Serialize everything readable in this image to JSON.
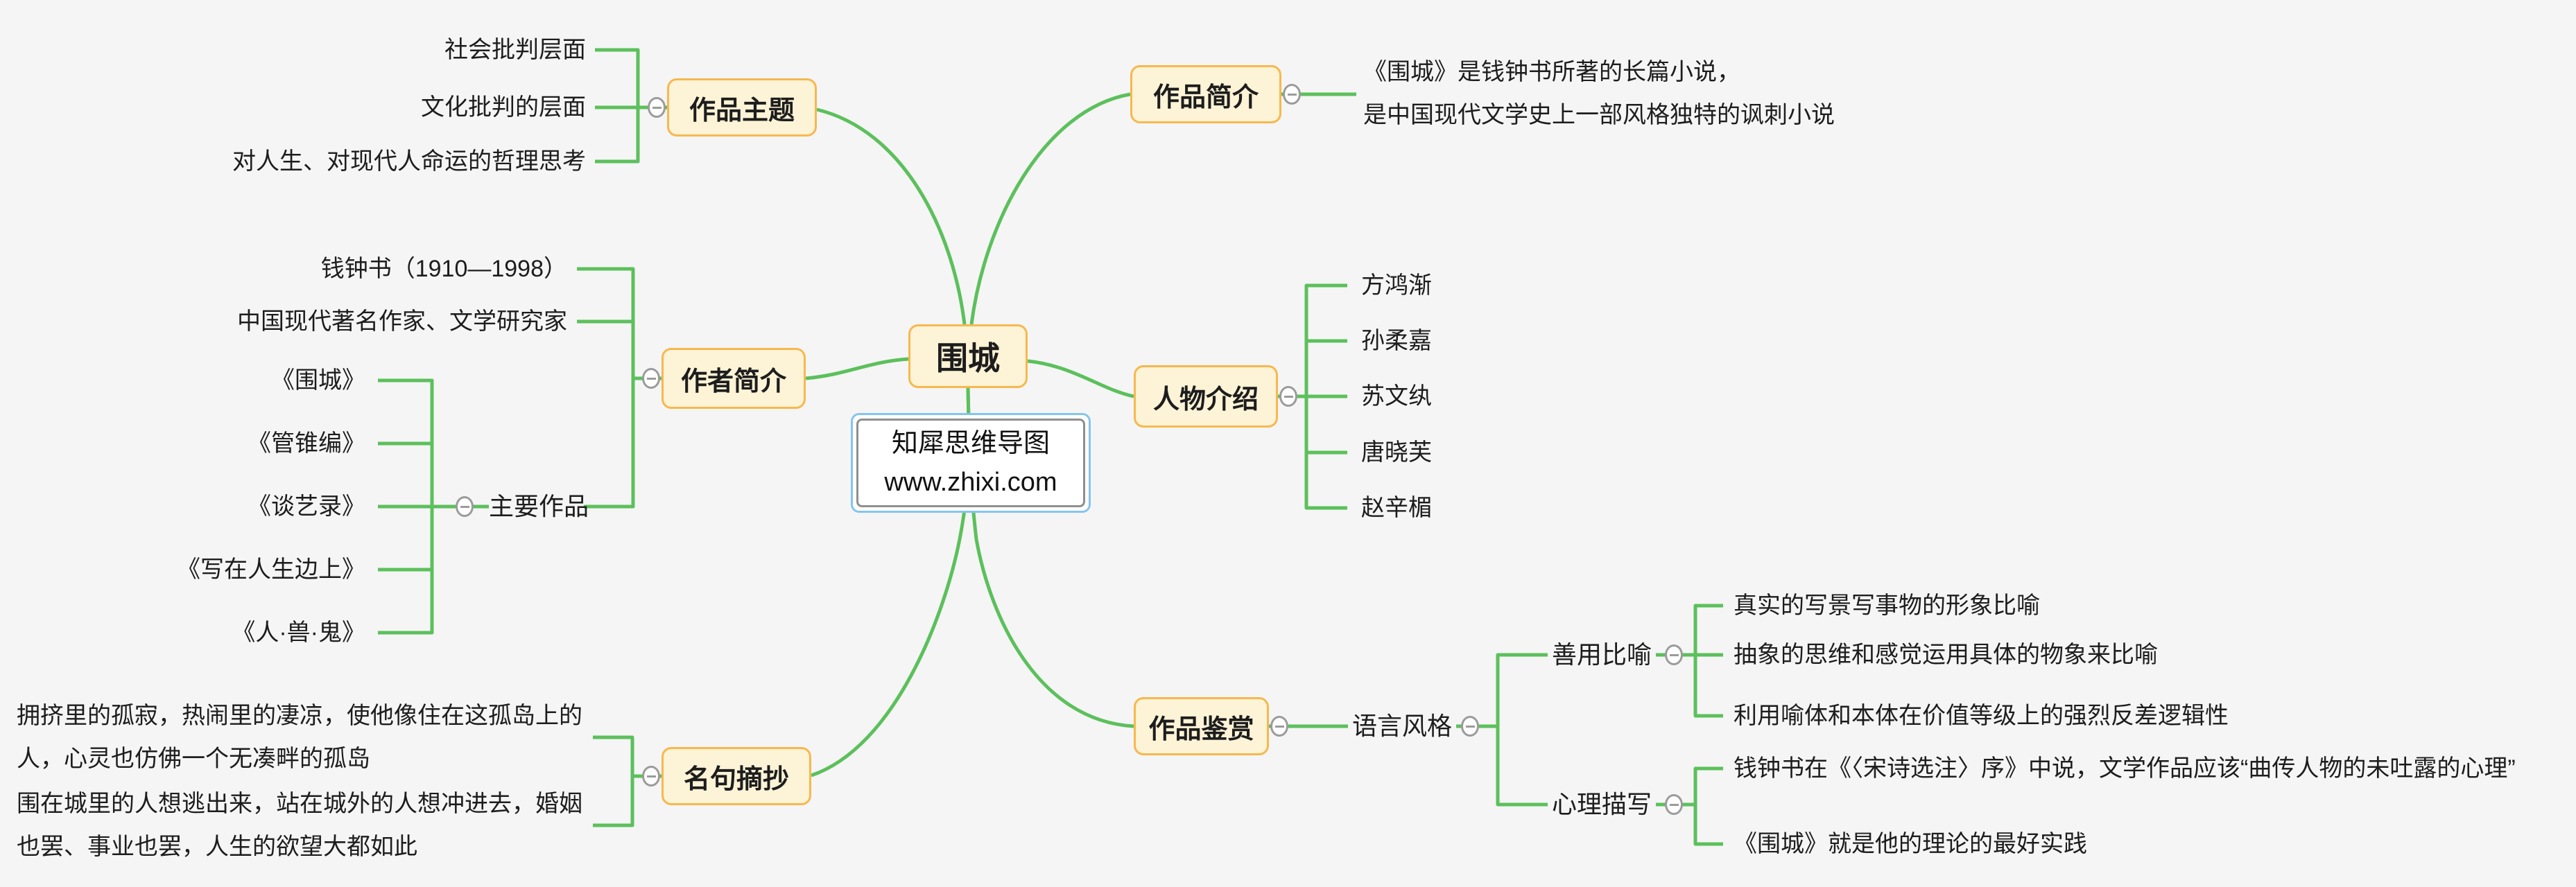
{
  "canvas": {
    "background": "#f5f5f5",
    "line_color": "#5cc05c",
    "node_fill": "#fdf3d6",
    "node_border": "#f7b84e",
    "collapse_icon_color": "#9b9b9b",
    "watermark_border": "#85c4f0"
  },
  "root": {
    "label": "围城"
  },
  "watermark": {
    "title": "知犀思维导图",
    "url": "www.zhixi.com"
  },
  "branches": {
    "theme": {
      "label": "作品主题",
      "children": [
        "社会批判层面",
        "文化批判的层面",
        "对人生、对现代人命运的哲理思考"
      ]
    },
    "intro": {
      "label": "作品简介",
      "lines": [
        "《围城》是钱钟书所著的长篇小说，",
        "是中国现代文学史上一部风格独特的讽刺小说"
      ]
    },
    "author": {
      "label": "作者简介",
      "children": [
        "钱钟书（1910—1998）",
        "中国现代著名作家、文学研究家"
      ],
      "works": {
        "label": "主要作品",
        "children": [
          "《围城》",
          "《管锥编》",
          "《谈艺录》",
          "《写在人生边上》",
          "《人·兽·鬼》"
        ]
      }
    },
    "characters": {
      "label": "人物介绍",
      "children": [
        "方鸿渐",
        "孙柔嘉",
        "苏文纨",
        "唐晓芙",
        "赵辛楣"
      ]
    },
    "quotes": {
      "label": "名句摘抄",
      "quote1_lines": [
        "拥挤里的孤寂，热闹里的凄凉，使他像住在这孤岛上的",
        "人，心灵也仿佛一个无凑畔的孤岛"
      ],
      "quote2_lines": [
        "围在城里的人想逃出来，站在城外的人想冲进去，婚姻",
        "也罢、事业也罢，人生的欲望大都如此"
      ]
    },
    "appreciation": {
      "label": "作品鉴赏",
      "style": {
        "label": "语言风格",
        "metaphor": {
          "label": "善用比喻",
          "children": [
            "真实的写景写事物的形象比喻",
            "抽象的思维和感觉运用具体的物象来比喻",
            "利用喻体和本体在价值等级上的强烈反差逻辑性"
          ]
        },
        "psych": {
          "label": "心理描写",
          "children": [
            "钱钟书在《〈宋诗选注〉序》中说，文学作品应该“曲传人物的未吐露的心理”",
            "《围城》就是他的理论的最好实践"
          ]
        }
      }
    }
  }
}
